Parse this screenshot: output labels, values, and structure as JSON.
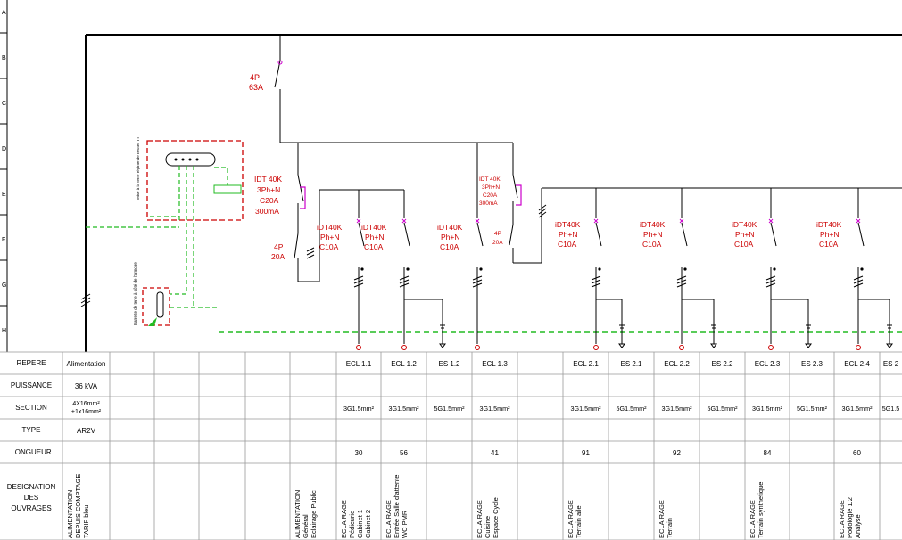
{
  "row_letters": [
    "A",
    "B",
    "C",
    "D",
    "E",
    "F",
    "G",
    "H"
  ],
  "main_breaker": {
    "lines": [
      "4P",
      "63A"
    ]
  },
  "idt_main": {
    "lines": [
      "IDT 40K",
      "3Ph+N",
      "C20A",
      "300mA"
    ]
  },
  "idt_main_small": {
    "lines": [
      "4P",
      "20A"
    ]
  },
  "idt_second": {
    "lines": [
      "IDT 40K",
      "3Ph+N",
      "C20A",
      "300mA"
    ]
  },
  "idt_second_small": {
    "lines": [
      "4P",
      "20A"
    ]
  },
  "earth_box_label": "Mise à la terre régime de neutre TT",
  "earth_bar_label": "Barrette de terre à côté de l'armoire",
  "breakers": [
    {
      "lines": [
        "iDT40K",
        "Ph+N",
        "C10A"
      ]
    },
    {
      "lines": [
        "iDT40K",
        "Ph+N",
        "C10A"
      ]
    },
    {
      "lines": [
        "iDT40K",
        "Ph+N",
        "C10A"
      ]
    },
    {
      "lines": [
        "iDT40K",
        "Ph+N",
        "C10A"
      ]
    },
    {
      "lines": [
        "iDT40K",
        "Ph+N",
        "C10A"
      ]
    },
    {
      "lines": [
        "iDT40K",
        "Ph+N",
        "C10A"
      ]
    },
    {
      "lines": [
        "iDT40K",
        "Ph+N",
        "C10A"
      ]
    }
  ],
  "table": {
    "row_headers": [
      "REPERE",
      "PUISSANCE",
      "SECTION",
      "TYPE",
      "LONGUEUR",
      "DESIGNATION DES OUVRAGES"
    ],
    "columns": [
      {
        "repere": "Alimentation",
        "puissance": "36 kVA",
        "section": "4X16mm² +1x16mm²",
        "type": "AR2V",
        "longueur": "",
        "designation": [
          "ALIMENTATION",
          "DEPUIS COMPTAGE",
          "TARIF bleu"
        ]
      },
      {
        "repere": "",
        "puissance": "",
        "section": "",
        "type": "",
        "longueur": "",
        "designation": []
      },
      {
        "repere": "",
        "puissance": "",
        "section": "",
        "type": "",
        "longueur": "",
        "designation": []
      },
      {
        "repere": "",
        "puissance": "",
        "section": "",
        "type": "",
        "longueur": "",
        "designation": []
      },
      {
        "repere": "",
        "puissance": "",
        "section": "",
        "type": "",
        "longueur": "",
        "designation": []
      },
      {
        "repere": "",
        "puissance": "",
        "section": "",
        "type": "",
        "longueur": "",
        "designation": [
          "ALIMENTATION",
          "Général",
          "Eclairage Public"
        ]
      },
      {
        "repere": "ECL 1.1",
        "puissance": "",
        "section": "3G1.5mm²",
        "type": "",
        "longueur": "30",
        "designation": [
          "ECLAIRAGE",
          "Pédicurie",
          "Cabinet 1",
          "Cabinet 2"
        ]
      },
      {
        "repere": "ECL 1.2",
        "puissance": "",
        "section": "3G1.5mm²",
        "type": "",
        "longueur": "56",
        "designation": [
          "ECLAIRAGE",
          "Entrée Salle d'attente",
          "WC PMR"
        ]
      },
      {
        "repere": "ES 1.2",
        "puissance": "",
        "section": "5G1.5mm²",
        "type": "",
        "longueur": "",
        "designation": []
      },
      {
        "repere": "ECL 1.3",
        "puissance": "",
        "section": "3G1.5mm²",
        "type": "",
        "longueur": "41",
        "designation": [
          "ECLAIRAGE",
          "Cuisine",
          "Espace Cycle"
        ]
      },
      {
        "repere": "",
        "puissance": "",
        "section": "",
        "type": "",
        "longueur": "",
        "designation": []
      },
      {
        "repere": "ECL 2.1",
        "puissance": "",
        "section": "3G1.5mm²",
        "type": "",
        "longueur": "91",
        "designation": [
          "ECLAIRAGE",
          "Terrain aile"
        ]
      },
      {
        "repere": "ES 2.1",
        "puissance": "",
        "section": "5G1.5mm²",
        "type": "",
        "longueur": "",
        "designation": []
      },
      {
        "repere": "ECL 2.2",
        "puissance": "",
        "section": "3G1.5mm²",
        "type": "",
        "longueur": "92",
        "designation": [
          "ECLAIRAGE",
          "Terrain"
        ]
      },
      {
        "repere": "ES 2.2",
        "puissance": "",
        "section": "5G1.5mm²",
        "type": "",
        "longueur": "",
        "designation": []
      },
      {
        "repere": "ECL 2.3",
        "puissance": "",
        "section": "3G1.5mm²",
        "type": "",
        "longueur": "84",
        "designation": [
          "ECLAIRAGE",
          "Terrain synthetique"
        ]
      },
      {
        "repere": "ES 2.3",
        "puissance": "",
        "section": "5G1.5mm²",
        "type": "",
        "longueur": "",
        "designation": []
      },
      {
        "repere": "ECL 2.4",
        "puissance": "",
        "section": "3G1.5mm²",
        "type": "",
        "longueur": "60",
        "designation": [
          "ECLAIRAGE",
          "Podologie 1.2",
          "Analyse"
        ]
      },
      {
        "repere": "ES 2",
        "puissance": "",
        "section": "5G1.5",
        "type": "",
        "longueur": "",
        "designation": []
      }
    ]
  },
  "colors": {
    "line": "#000000",
    "red": "#cc0000",
    "magenta": "#cc00cc",
    "green": "#22bb22",
    "grid": "#999999"
  }
}
